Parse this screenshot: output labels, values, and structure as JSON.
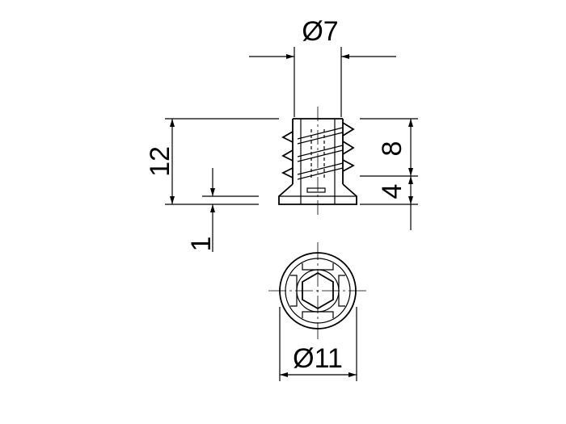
{
  "dimensions": {
    "diameter_top": "Ø7",
    "height_total": "12",
    "height_thread": "8",
    "height_flange": "4",
    "flange_thickness": "1",
    "diameter_bottom": "Ø11"
  },
  "colors": {
    "line": "#000000",
    "background": "#ffffff"
  }
}
